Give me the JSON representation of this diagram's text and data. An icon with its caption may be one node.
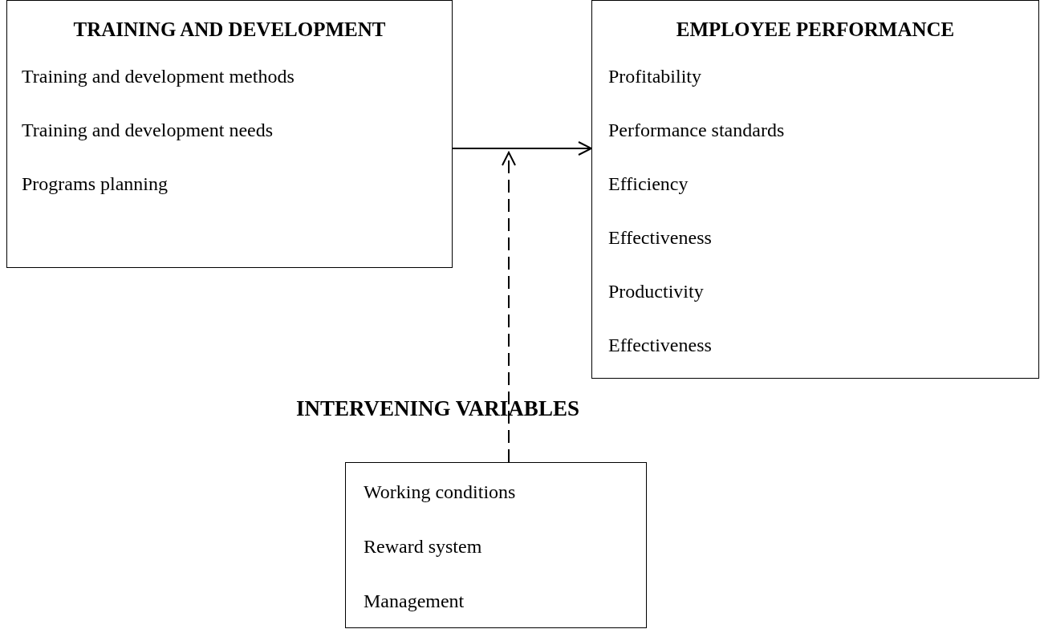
{
  "diagram": {
    "nodes": [
      {
        "text": [
          "TRAINING AND DEVELOPMENT",
          "Training and development methods",
          "Training and development needs",
          "Programs planning"
        ]
      },
      {
        "text": [
          "EMPLOYEE PERFORMANCE",
          "Profitability",
          "Performance standards",
          "Efficiency",
          "Effectiveness",
          "Productivity",
          "Effectiveness"
        ]
      },
      {
        "text": [
          "INTERVENING VARIABLES",
          "Working conditions",
          "Reward system",
          "Management"
        ]
      }
    ],
    "edges": [
      {
        "from": 0,
        "to": 1,
        "arrow": "to"
      },
      {
        "from": 2,
        "to": null,
        "arrow": "to",
        "style": "dashed"
      }
    ]
  }
}
